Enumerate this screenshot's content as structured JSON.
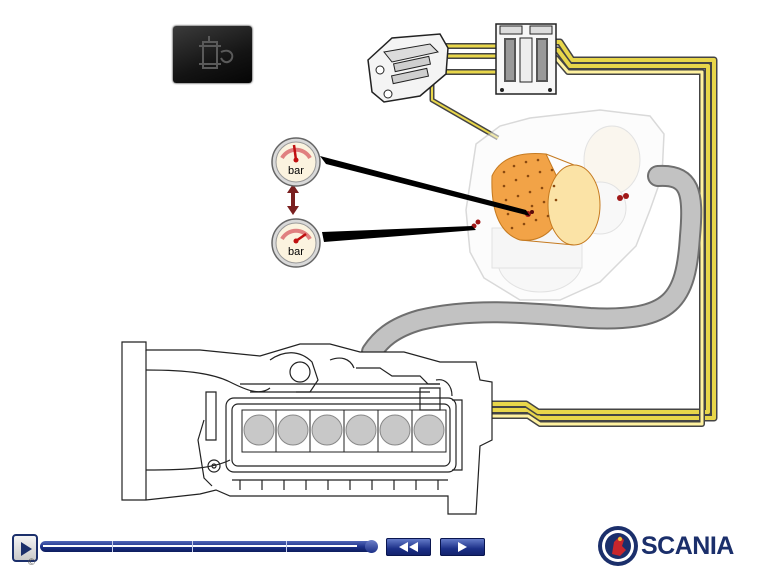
{
  "gauges": {
    "upper": {
      "unit_label": "bar"
    },
    "lower": {
      "unit_label": "bar"
    }
  },
  "player": {
    "play_icon": "play-icon",
    "rewind_icon": "rewind-icon",
    "forward_icon": "forward-icon",
    "progress": 0.95
  },
  "brand": {
    "name": "SCANIA",
    "color": "#1b2f6b",
    "emblem_icon": "griffin-emblem-icon"
  },
  "colors": {
    "filter_orange": "#f2a347",
    "wire_yellow": "#e8d64a",
    "hose_gray": "#b5b5b5",
    "pressure_arrow": "#7a1f1f",
    "control_blue": "#1b2f87"
  }
}
